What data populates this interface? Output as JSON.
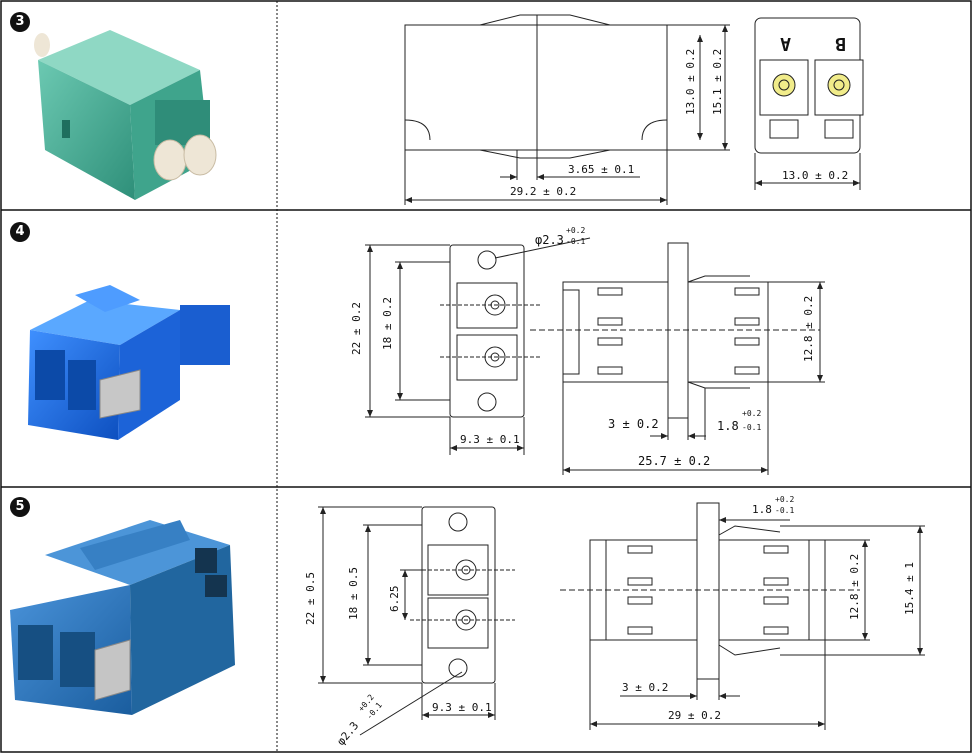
{
  "rows": [
    {
      "number": "3",
      "product_color": "#4fb39c",
      "dims": {
        "length": "29.2 ± 0.2",
        "gap": "3.65 ± 0.1",
        "inner_height": "13.0 ± 0.2",
        "outer_height": "15.1 ± 0.2",
        "width": "13.0 ± 0.2",
        "port_a": "A",
        "port_b": "B"
      }
    },
    {
      "number": "4",
      "product_color": "#1e6fe6",
      "dims": {
        "hole": "φ2.3",
        "hole_tol_plus": "+0.2",
        "hole_tol_minus": "-0.1",
        "height": "22 ± 0.2",
        "inner": "18 ± 0.2",
        "width": "9.3 ± 0.1",
        "body_height": "12.8 ± 0.2",
        "flange": "3 ± 0.2",
        "clip": "1.8",
        "clip_tol_plus": "+0.2",
        "clip_tol_minus": "-0.1",
        "length": "25.7 ± 0.2"
      }
    },
    {
      "number": "5",
      "product_color": "#2a78c8",
      "dims": {
        "height": "22 ± 0.5",
        "inner": "18 ± 0.5",
        "pitch": "6.25",
        "width": "9.3 ± 0.1",
        "hole": "φ2.3",
        "hole_tol_plus": "+0.2",
        "hole_tol_minus": "-0.1",
        "clip": "1.8",
        "clip_tol_plus": "+0.2",
        "clip_tol_minus": "-0.1",
        "body_height": "12.8 ± 0.2",
        "outer_height": "15.4 ± 1",
        "flange": "3 ± 0.2",
        "length": "29 ± 0.2"
      }
    }
  ]
}
